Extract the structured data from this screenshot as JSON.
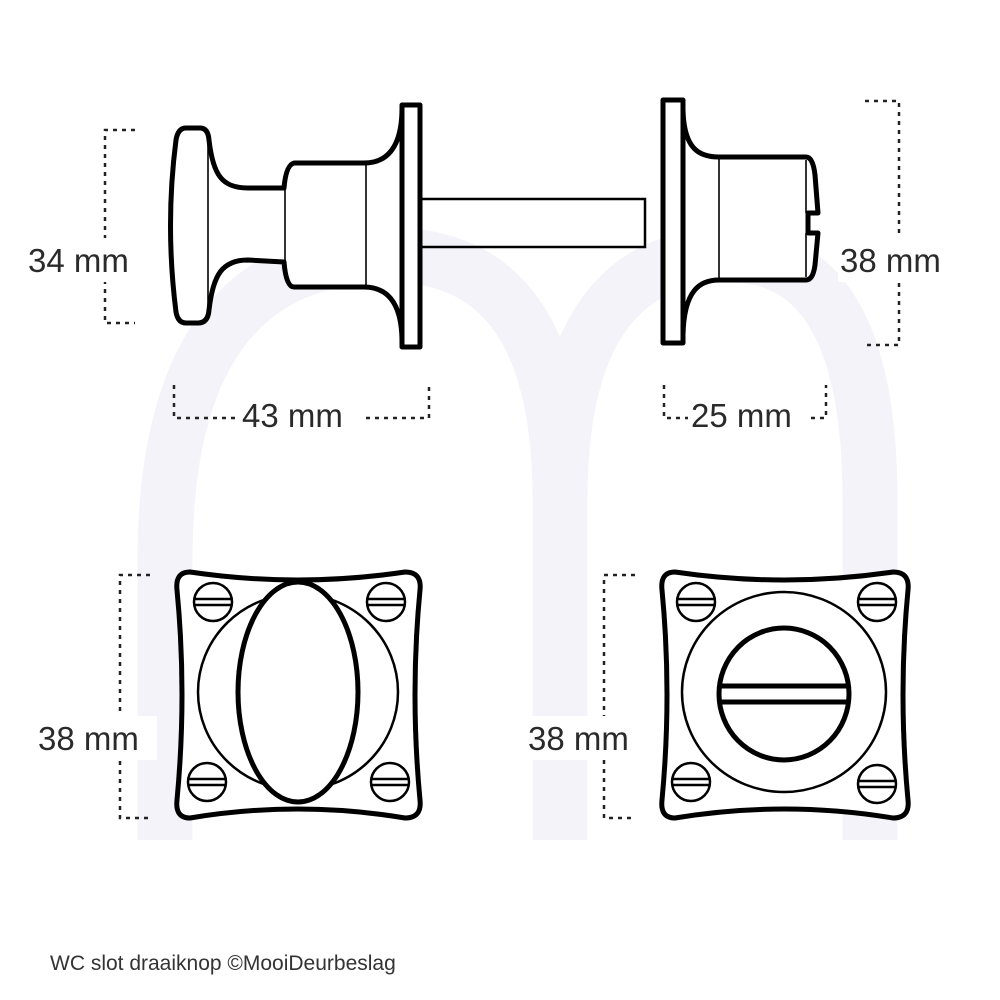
{
  "colors": {
    "line": "#000000",
    "text": "#2a2a2a",
    "watermark": "#f4f3f9",
    "background": "#ffffff"
  },
  "dimensions": {
    "knob_height": "34 mm",
    "knob_depth": "43 mm",
    "indicator_height": "38 mm",
    "indicator_depth": "25 mm",
    "knob_rose_height": "38 mm",
    "indicator_rose_height": "38 mm"
  },
  "caption": "WC slot draaiknop ©MooiDeurbeslag"
}
